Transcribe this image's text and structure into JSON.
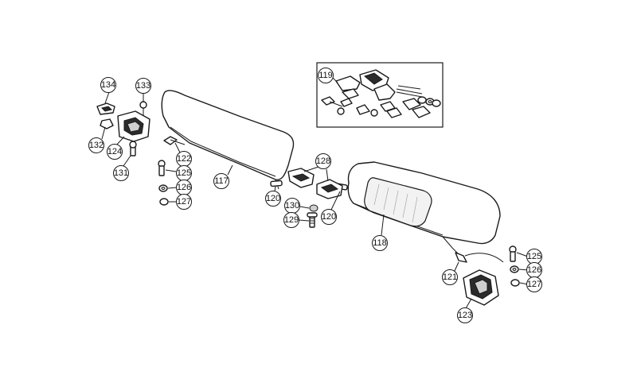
{
  "callouts": {
    "c134": "134",
    "c133": "133",
    "c132": "132",
    "c124": "124",
    "c131": "131",
    "c122": "122",
    "c125a": "125",
    "c126a": "126",
    "c127a": "127",
    "c117": "117",
    "c120a": "120",
    "c128": "128",
    "c130": "130",
    "c129": "129",
    "c120b": "120",
    "c118": "118",
    "c119": "119",
    "c125b": "125",
    "c126b": "126",
    "c127b": "127",
    "c121": "121",
    "c123": "123"
  }
}
